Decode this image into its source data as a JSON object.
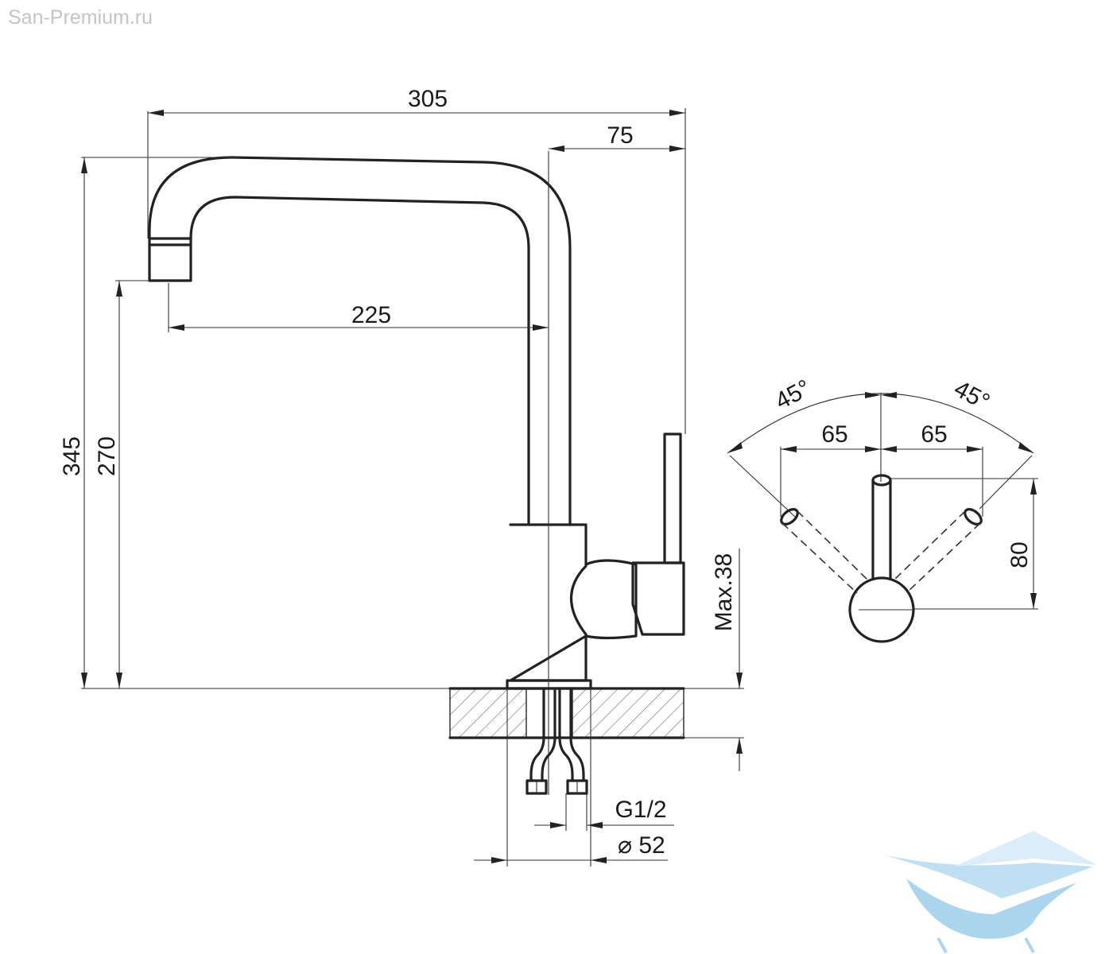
{
  "watermark": "San-Premium.ru",
  "dimensions": {
    "overall_length": "305",
    "spout_offset": "75",
    "spout_reach": "225",
    "total_height": "345",
    "spout_height": "270",
    "max_countertop": "Max.38",
    "thread": "G1/2",
    "base_diameter": "52",
    "diameter_symbol": "⌀",
    "angle_left": "45°",
    "angle_right": "45°",
    "lever_left": "65",
    "lever_right": "65",
    "lever_height": "80"
  },
  "logo": {
    "name": "bathtub-logo",
    "color": "#8fc8e6"
  }
}
